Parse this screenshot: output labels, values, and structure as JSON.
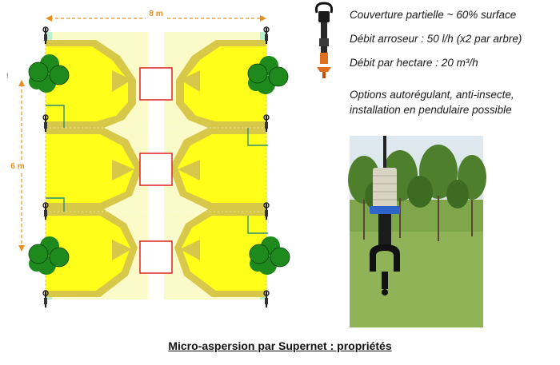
{
  "dimensions": {
    "width_label": "8 m",
    "height_label": "6 m",
    "stray_mark": "!"
  },
  "properties": {
    "coverage": "Couverture partielle ~ 60% surface",
    "sprinkler_flow": "Débit arroseur : 50 l/h (x2 par arbre)",
    "flow_per_hectare": "Débit par hectare : 20 m³/h",
    "options_line1": "Options autorégulant, anti-insecte,",
    "options_line2": "installation en pendulaire possible"
  },
  "caption": "Micro-aspersion par Supernet : propriétés",
  "colors": {
    "coverage_yellow": "#ffff1a",
    "overlap_olive": "#d8c84a",
    "light_zone": "#fafbc8",
    "low_coverage_cyan": "#b9f0cf",
    "tree_green": "#1e8a1e",
    "dimension_orange": "#e8901f",
    "tree_marker_red": "#e03030"
  }
}
